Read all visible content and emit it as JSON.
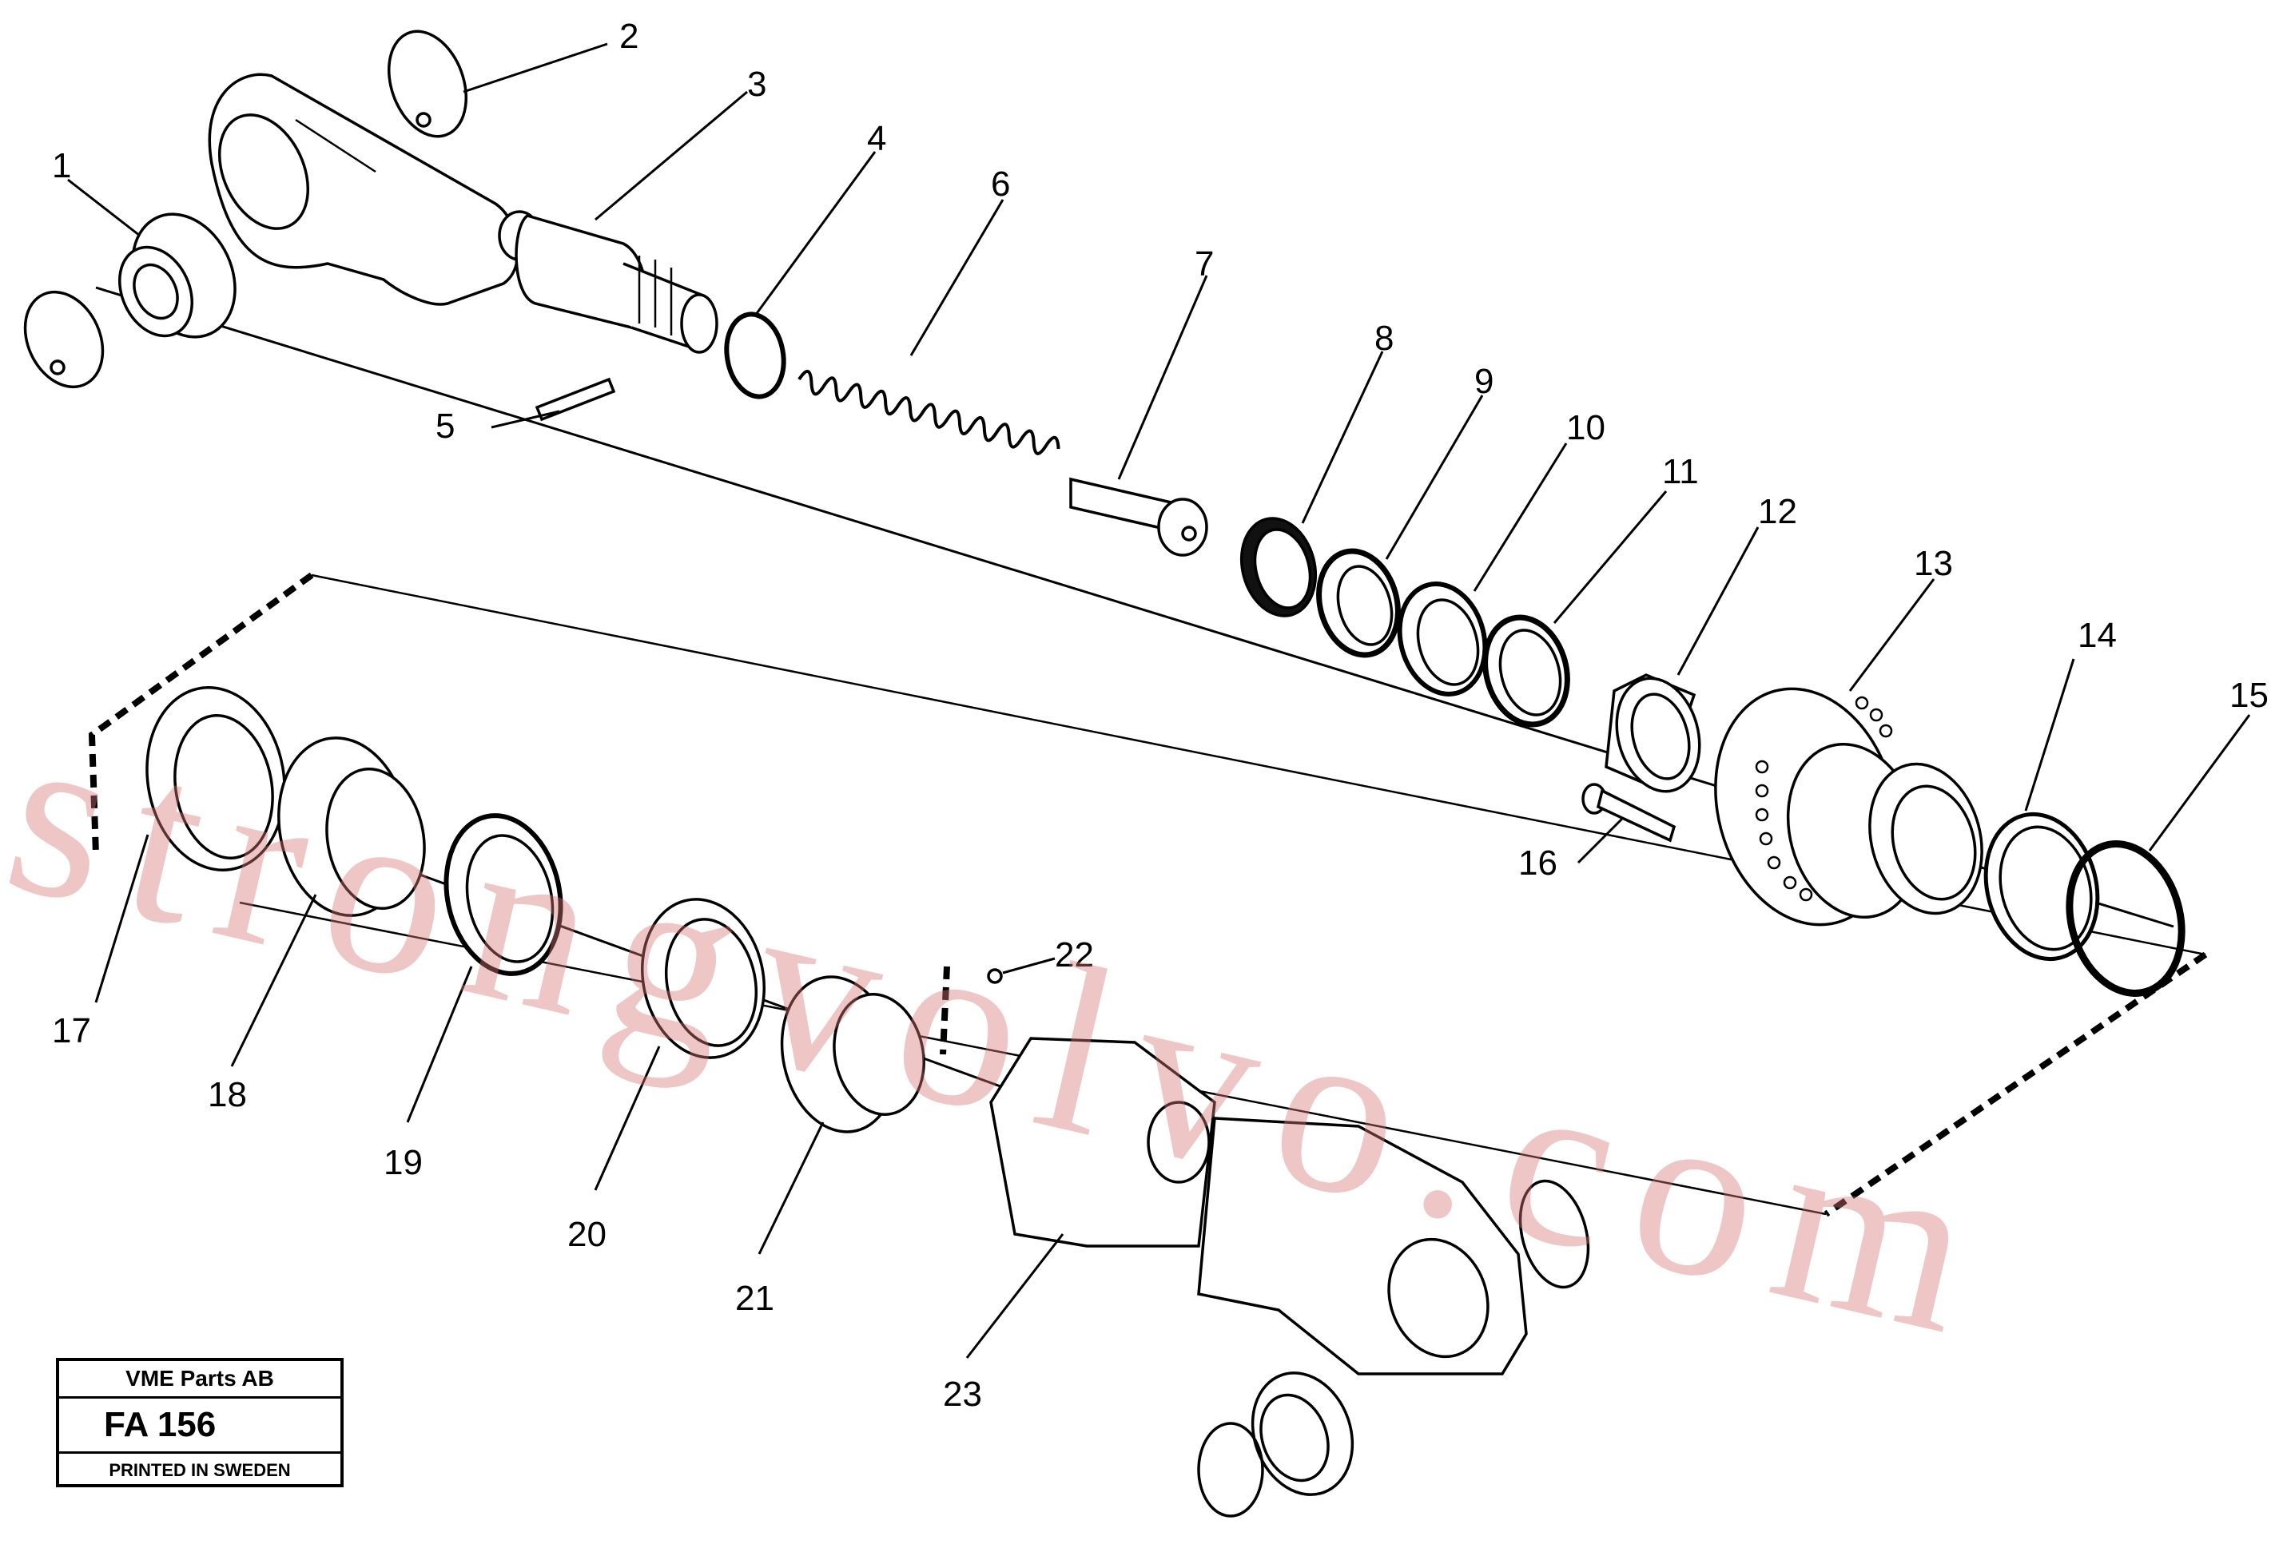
{
  "callouts": [
    "1",
    "2",
    "3",
    "4",
    "5",
    "6",
    "7",
    "8",
    "9",
    "10",
    "11",
    "12",
    "13",
    "14",
    "15",
    "16",
    "17",
    "18",
    "19",
    "20",
    "21",
    "22",
    "23"
  ],
  "stamp": {
    "company": "VME Parts AB",
    "code": "FA 156",
    "printed": "PRINTED IN SWEDEN"
  },
  "watermark": "strongvolvo.com"
}
